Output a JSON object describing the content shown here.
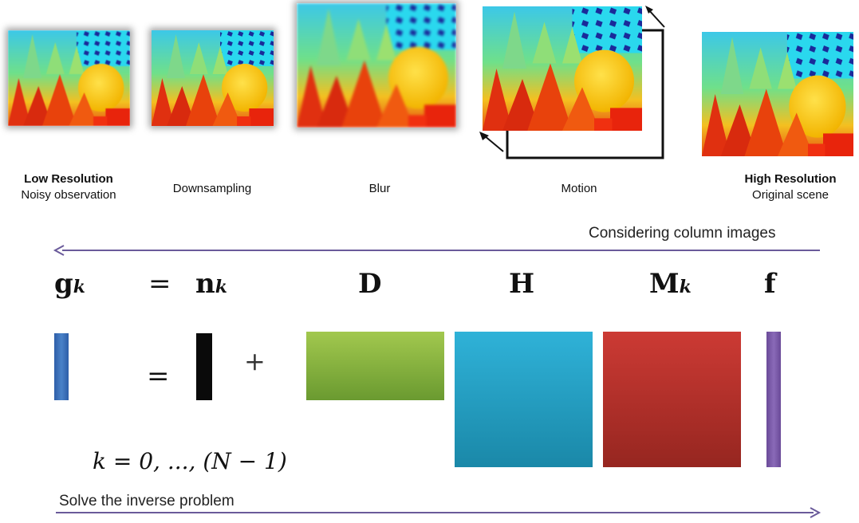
{
  "stages": [
    {
      "id": "low-res",
      "title": "Low Resolution",
      "subtitle": "Noisy observation"
    },
    {
      "id": "downsampling",
      "title": "",
      "subtitle": "Downsampling"
    },
    {
      "id": "blur",
      "title": "",
      "subtitle": "Blur"
    },
    {
      "id": "motion",
      "title": "",
      "subtitle": "Motion"
    },
    {
      "id": "high-res",
      "title": "High Resolution",
      "subtitle": "Original scene"
    }
  ],
  "top_arrow_label": "Considering column images",
  "bottom_arrow_label": "Solve the inverse problem",
  "equation": {
    "g": "g",
    "g_sub": "k",
    "eq": "=",
    "n": "n",
    "n_sub": "k",
    "D": "D",
    "H": "H",
    "M": "M",
    "M_sub": "k",
    "f": "f",
    "plus": "+",
    "range": "k = 0, ..., (N − 1)"
  },
  "colors": {
    "g_vector": "#3a6fb5",
    "n_vector": "#0a0a0a",
    "D_block": "#8cbb42",
    "H_block": "#2aa8cc",
    "M_block": "#c0332f",
    "f_vector": "#7a5aa8",
    "arrows": "#6a5a9a"
  }
}
